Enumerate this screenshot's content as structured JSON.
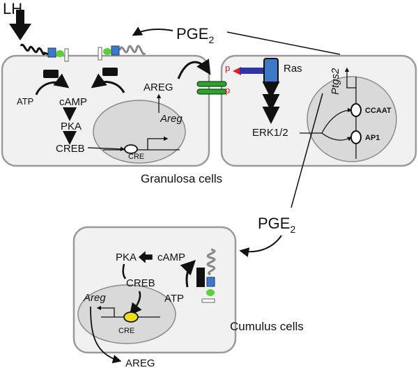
{
  "granulosa": {
    "hormone": "LH",
    "pge2_top": {
      "base": "PGE",
      "sub": "2"
    },
    "atp": "ATP",
    "camp": "cAMP",
    "pka": "PKA",
    "creb": "CREB",
    "areg_gene": "Areg",
    "cre": "CRE",
    "areg_protein": "AREG",
    "phospho_top": "p",
    "phospho_bottom": "p",
    "ras": "Ras",
    "erk": "ERK1/2",
    "ptgs2": "Ptgs2",
    "ccaat": "CCAAT",
    "ap1": "AP1",
    "caption": "Granulosa cells"
  },
  "cumulus": {
    "pge2": {
      "base": "PGE",
      "sub": "2"
    },
    "pka": "PKA",
    "camp": "cAMP",
    "creb": "CREB",
    "atp": "ATP",
    "areg_gene": "Areg",
    "cre": "CRE",
    "caption": "Cumulus cells",
    "areg_out": "AREG"
  }
}
